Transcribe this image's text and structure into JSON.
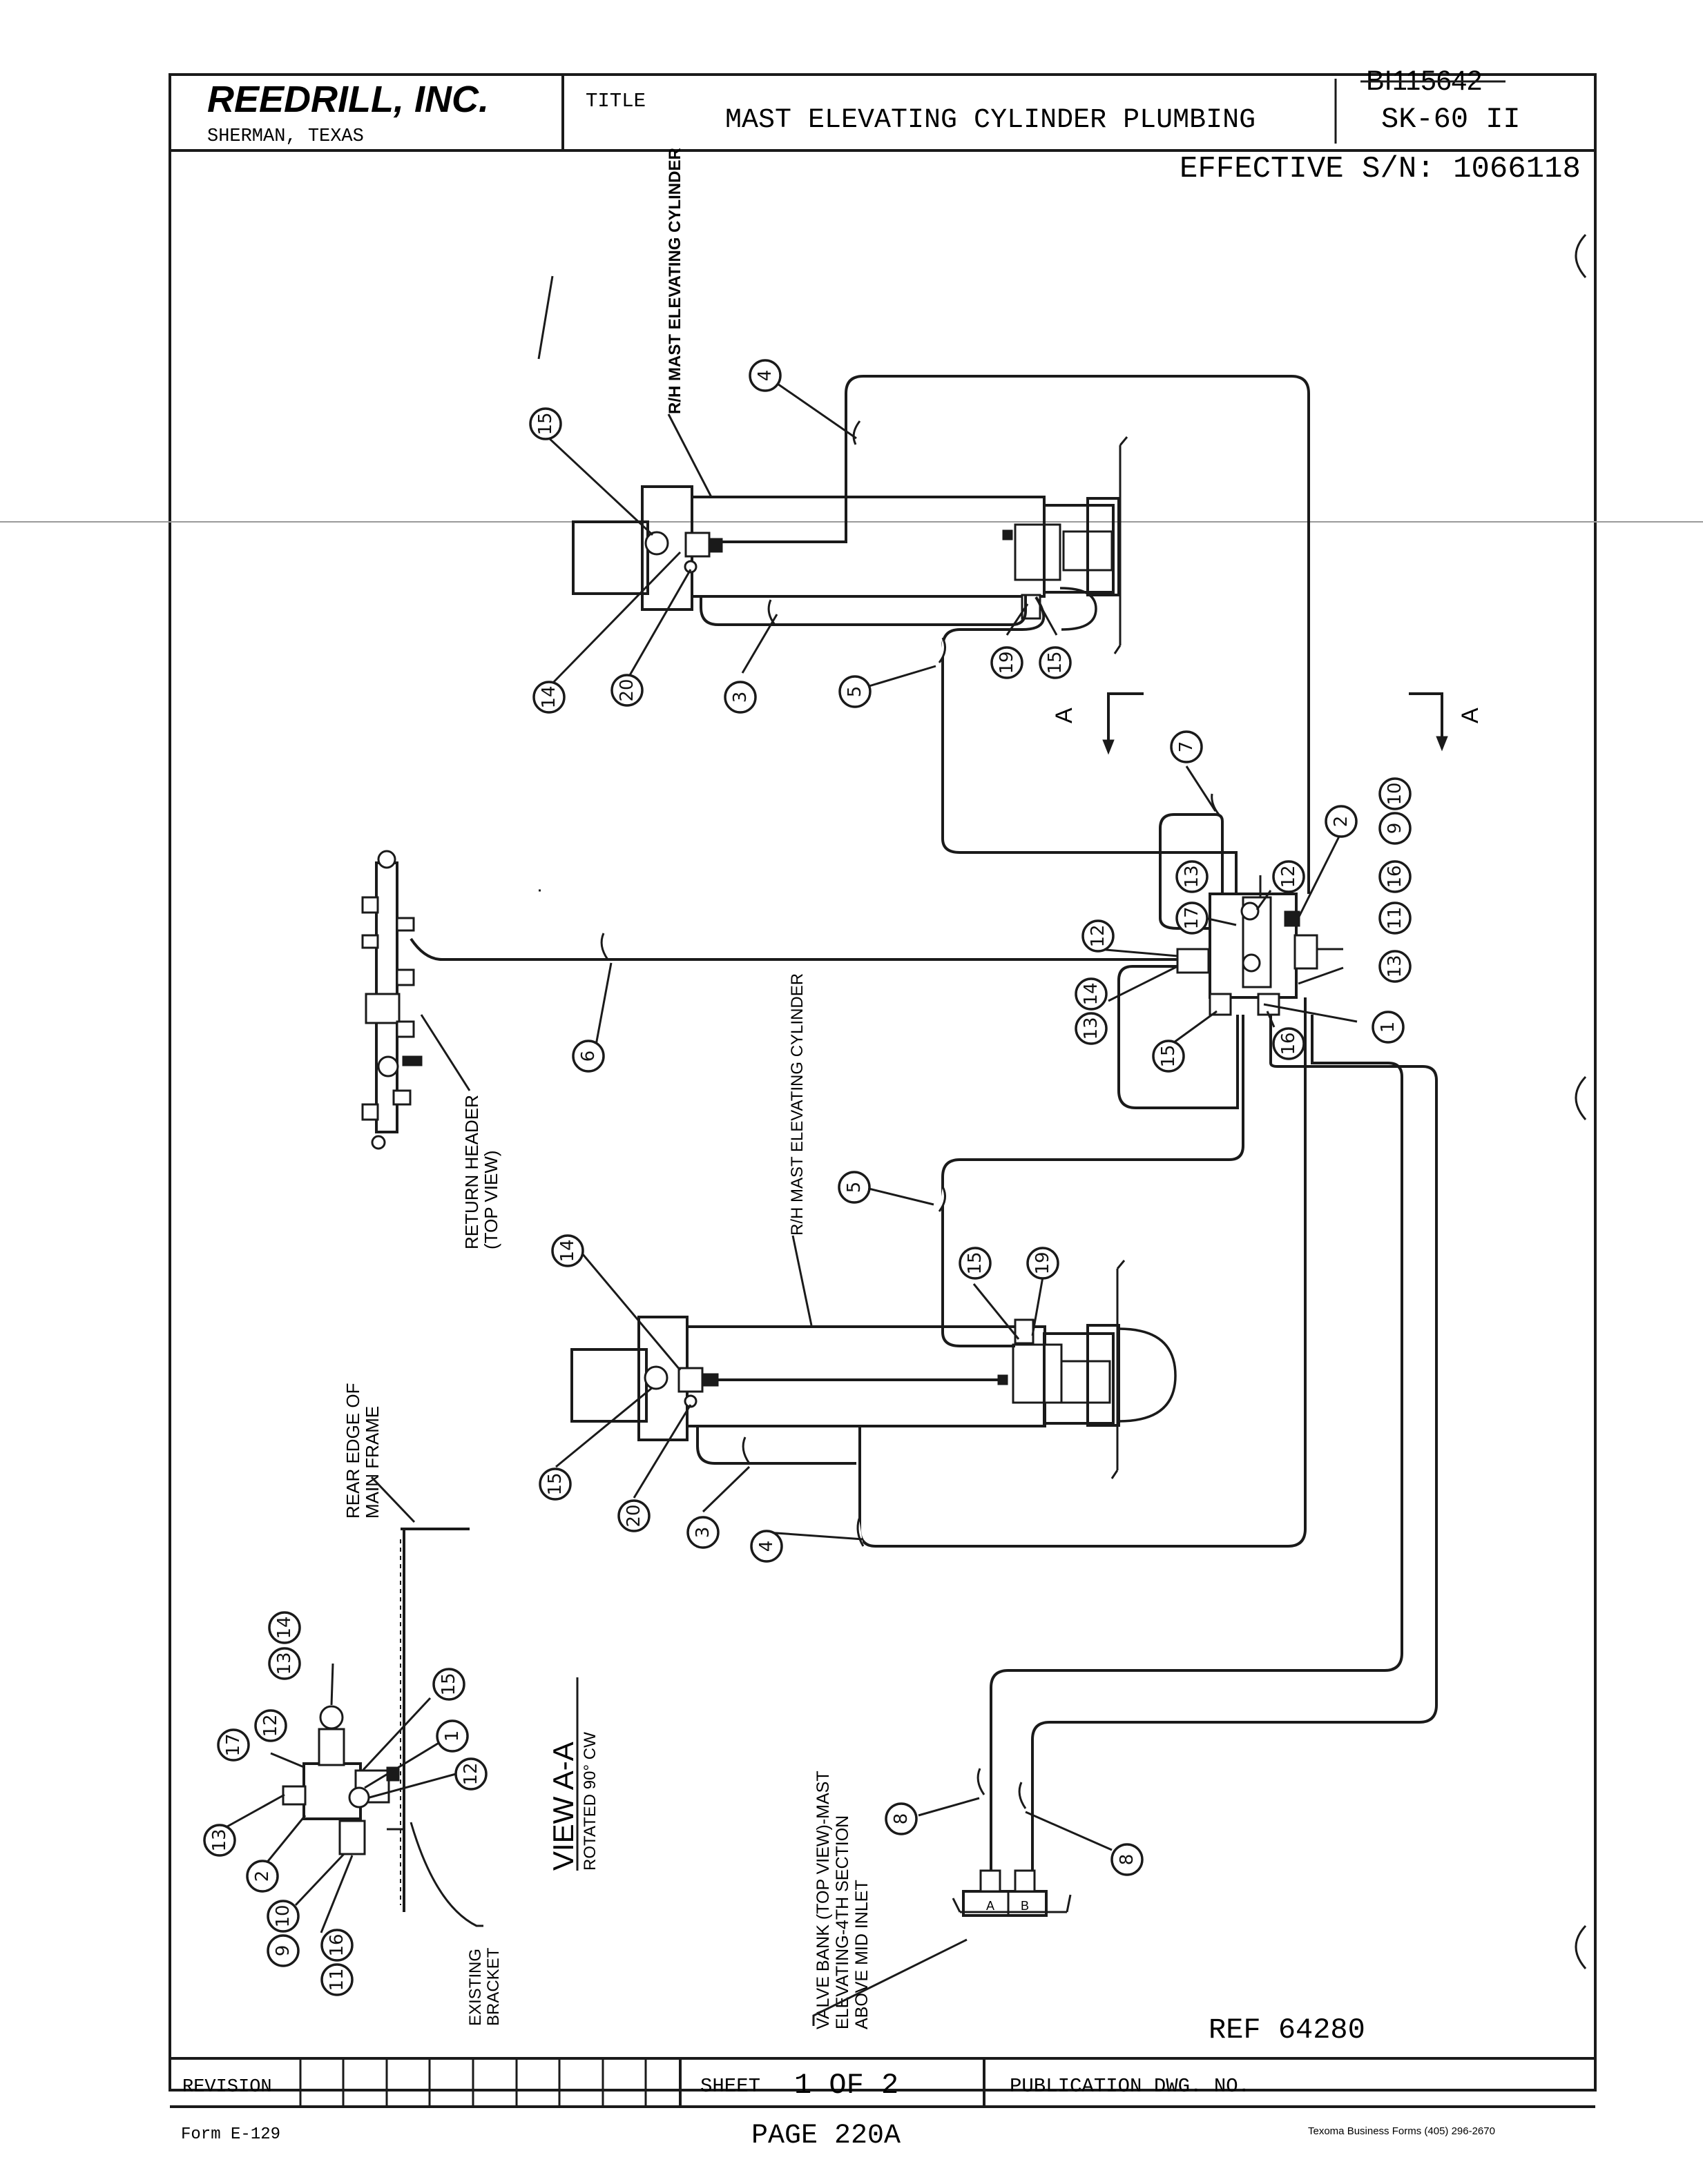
{
  "title_block": {
    "company": "REEDRILL, INC.",
    "location": "SHERMAN, TEXAS",
    "title_label": "TITLE",
    "title": "MAST ELEVATING CYLINDER PLUMBING",
    "doc_number": "BI115642",
    "model": "SK-60 II",
    "effective_sn": "EFFECTIVE S/N: 1066118"
  },
  "footer": {
    "revision_label": "REVISION",
    "sheet_label": "SHEET",
    "sheet_value": "1 OF 2",
    "publication_label": "PUBLICATION DWG. NO.",
    "form": "Form E-129",
    "page": "PAGE 220A",
    "printer": "Texoma Business Forms (405) 296-2670"
  },
  "ref": "REF 64280",
  "section_marks": {
    "left": "A",
    "right": "A"
  },
  "callouts": {
    "upper_cylinder": "R/H MAST ELEVATING CYLINDER",
    "lower_cylinder": "R/H MAST ELEVATING CYLINDER",
    "return_header_1": "RETURN HEADER",
    "return_header_2": "(TOP VIEW)",
    "rear_edge_1": "REAR EDGE OF",
    "rear_edge_2": "MAIN FRAME",
    "existing_1": "EXISTING",
    "existing_2": "BRACKET",
    "view_aa": "VIEW A-A",
    "view_aa_sub": "ROTATED 90° CW",
    "valve_bank_1": "VALVE BANK (TOP VIEW)-MAST",
    "valve_bank_2": "ELEVATING-4TH SECTION",
    "valve_bank_3": "ABOVE MID INLET",
    "port_a": "A",
    "port_b": "B"
  },
  "balloons": {
    "b1": "15",
    "b2": "4",
    "b3": "14",
    "b4": "20",
    "b5": "3",
    "b6": "5",
    "b7": "19",
    "b8": "15",
    "b9": "7",
    "b10": "2",
    "b11": "10",
    "b12": "9",
    "b13": "16",
    "b14": "11",
    "b15": "12",
    "b16": "13",
    "b17": "17",
    "b18": "12",
    "b19": "13",
    "b20": "14",
    "b21": "15",
    "b22": "16",
    "b23": "1",
    "b24": "13",
    "b25": "6",
    "b26": "5",
    "b27": "14",
    "b28": "15",
    "b29": "19",
    "b30": "15",
    "b31": "20",
    "b32": "3",
    "b33": "4",
    "b34": "14",
    "b35": "13",
    "b36": "12",
    "b37": "17",
    "b38": "15",
    "b39": "1",
    "b40": "12",
    "b41": "13",
    "b42": "2",
    "b43": "10",
    "b44": "9",
    "b45": "16",
    "b46": "11",
    "b47": "8",
    "b48": "8"
  }
}
